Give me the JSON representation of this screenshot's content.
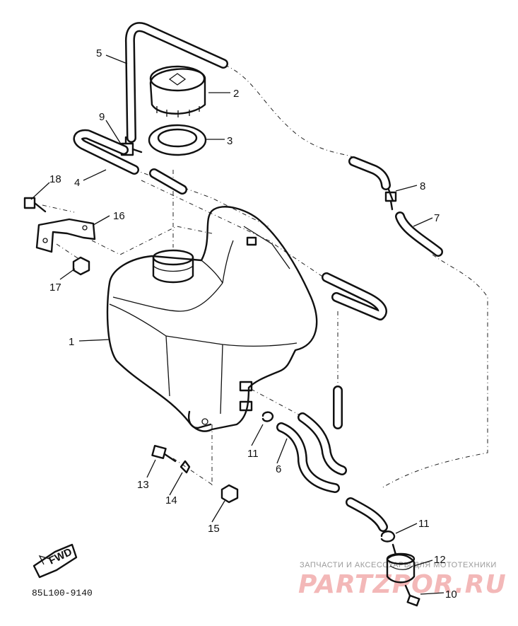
{
  "callouts": [
    "1",
    "2",
    "3",
    "4",
    "5",
    "6",
    "7",
    "8",
    "9",
    "10",
    "11",
    "11",
    "12",
    "13",
    "14",
    "15",
    "16",
    "17",
    "18"
  ],
  "drawing_code": "85L100-9140",
  "fwd_label": "FWD",
  "watermark": {
    "caption": "ЗАПЧАСТИ И АКСЕССУАРЫ ДЛЯ МОТОТЕХНИКИ",
    "logo": "PARTZPOR.RU",
    "color": "#e04a4a"
  }
}
